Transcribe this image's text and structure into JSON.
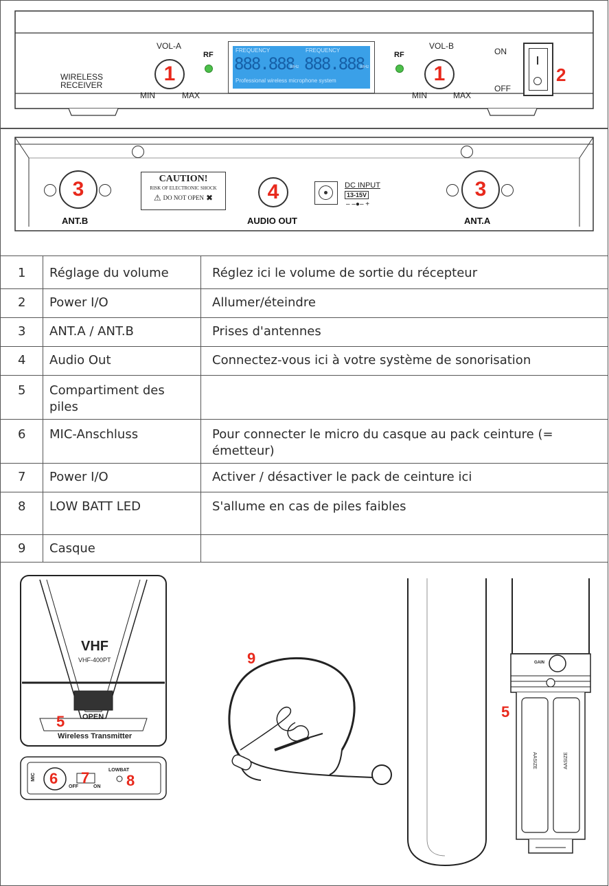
{
  "receiver_front": {
    "title": "WIRELESS RECEIVER",
    "vol_a_label": "VOL-A",
    "vol_b_label": "VOL-B",
    "rf_label": "RF",
    "min_label": "MIN",
    "max_label": "MAX",
    "lcd_frequency_label": "FREQUENCY",
    "lcd_digits": "888.888",
    "lcd_unit": "MHz",
    "lcd_caption": "Professional wireless microphone system",
    "on_label": "ON",
    "off_label": "OFF",
    "knob_callout": "1",
    "switch_callout": "2"
  },
  "receiver_back": {
    "caution_title": "CAUTION!",
    "caution_line": "RISK OF ELECTRONIC SHOCK",
    "caution_open": "DO NOT OPEN",
    "ant_b_label": "ANT.B",
    "ant_a_label": "ANT.A",
    "audio_out_label": "AUDIO OUT",
    "dc_input_label": "DC INPUT",
    "dc_voltage": "13-15V",
    "dc_polarity": "– –●– +",
    "ant_callout": "3",
    "audio_callout": "4"
  },
  "table": {
    "rows": [
      {
        "num": "1",
        "name": "Réglage du volume",
        "desc": "Réglez ici le volume de sortie du récepteur"
      },
      {
        "num": "2",
        "name": "Power I/O",
        "desc": "Allumer/éteindre"
      },
      {
        "num": "3",
        "name": "ANT.A / ANT.B",
        "desc": "Prises d'antennes"
      },
      {
        "num": "4",
        "name": "Audio Out",
        "desc": "Connectez-vous ici à votre système de sonorisation"
      },
      {
        "num": "5",
        "name": "Compartiment des piles",
        "desc": ""
      },
      {
        "num": "6",
        "name": "MIC-Anschluss",
        "desc": "Pour connecter le micro du casque au pack ceinture (= émetteur)"
      },
      {
        "num": "7",
        "name": "Power I/O",
        "desc": "Activer / désactiver le pack de ceinture ici"
      },
      {
        "num": "8",
        "name": "LOW BATT LED",
        "desc": "S'allume en cas de piles faibles"
      },
      {
        "num": "9",
        "name": "Casque",
        "desc": ""
      }
    ]
  },
  "transmitter": {
    "brand": "VHF",
    "model": "VHF-400PT",
    "open_label": "OPEN",
    "name_label": "Wireless Transmitter",
    "battery_callout": "5",
    "mic_label": "MIC",
    "off_label": "OFF",
    "on_label": "ON",
    "lowbat_label": "LOWBAT",
    "mic_callout": "6",
    "power_callout": "7",
    "led_callout": "8"
  },
  "headset": {
    "callout": "9"
  },
  "handheld": {
    "gain_label": "GAIN",
    "battery_label": "AASIZE",
    "battery_callout": "5"
  },
  "colors": {
    "callout_red": "#e8291c",
    "lcd_blue": "#3aa0e8",
    "led_green": "#4cc04a"
  }
}
